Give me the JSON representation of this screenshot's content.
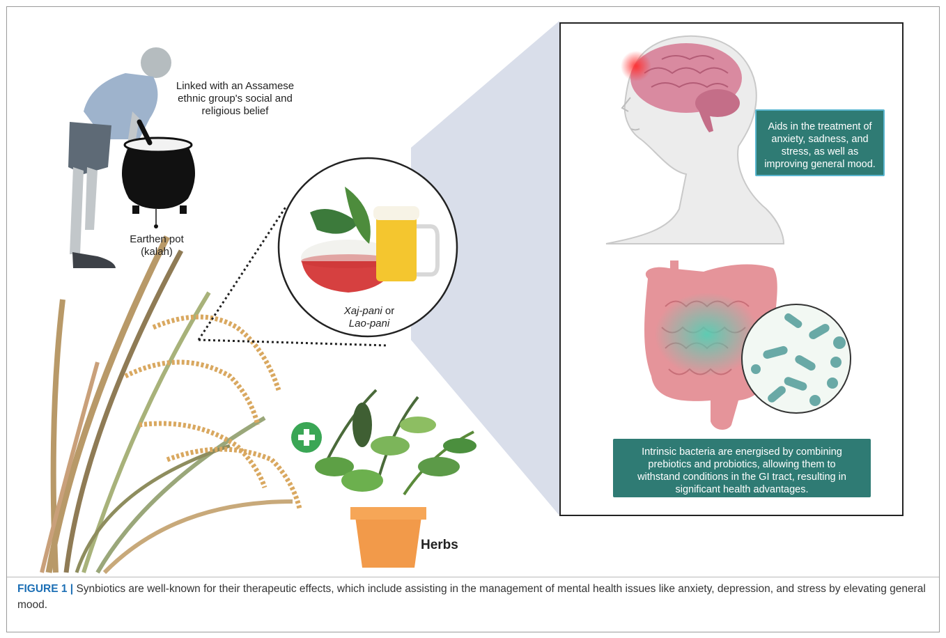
{
  "figure": {
    "top_left_label": "Linked with an Assamese ethnic group's social and religious belief",
    "pot_label_line1": "Earthen pot",
    "pot_label_line2": "(kalah)",
    "drink_label_part1": "Xaj-pani",
    "drink_label_part2": " or",
    "drink_label_part3": "Lao-pani",
    "herbs_label": "Herbs",
    "brain_box": "Aids in the treatment of anxiety, sadness, and stress, as well as improving general mood.",
    "gut_box": "Intrinsic bacteria are energised by combining prebiotics and probiotics, allowing them to withstand conditions in the GI tract, resulting in significant health advantages."
  },
  "caption": {
    "prefix": "FIGURE 1 |",
    "text": " Synbiotics are well-known for their therapeutic effects, which include assisting in the management of mental health issues like anxiety, depression, and stress by elevating general mood."
  },
  "colors": {
    "teal": "#2f7b74",
    "caption_blue": "#1c6fb5",
    "plus_green": "#3aa655",
    "funnel": "#d9deea"
  }
}
